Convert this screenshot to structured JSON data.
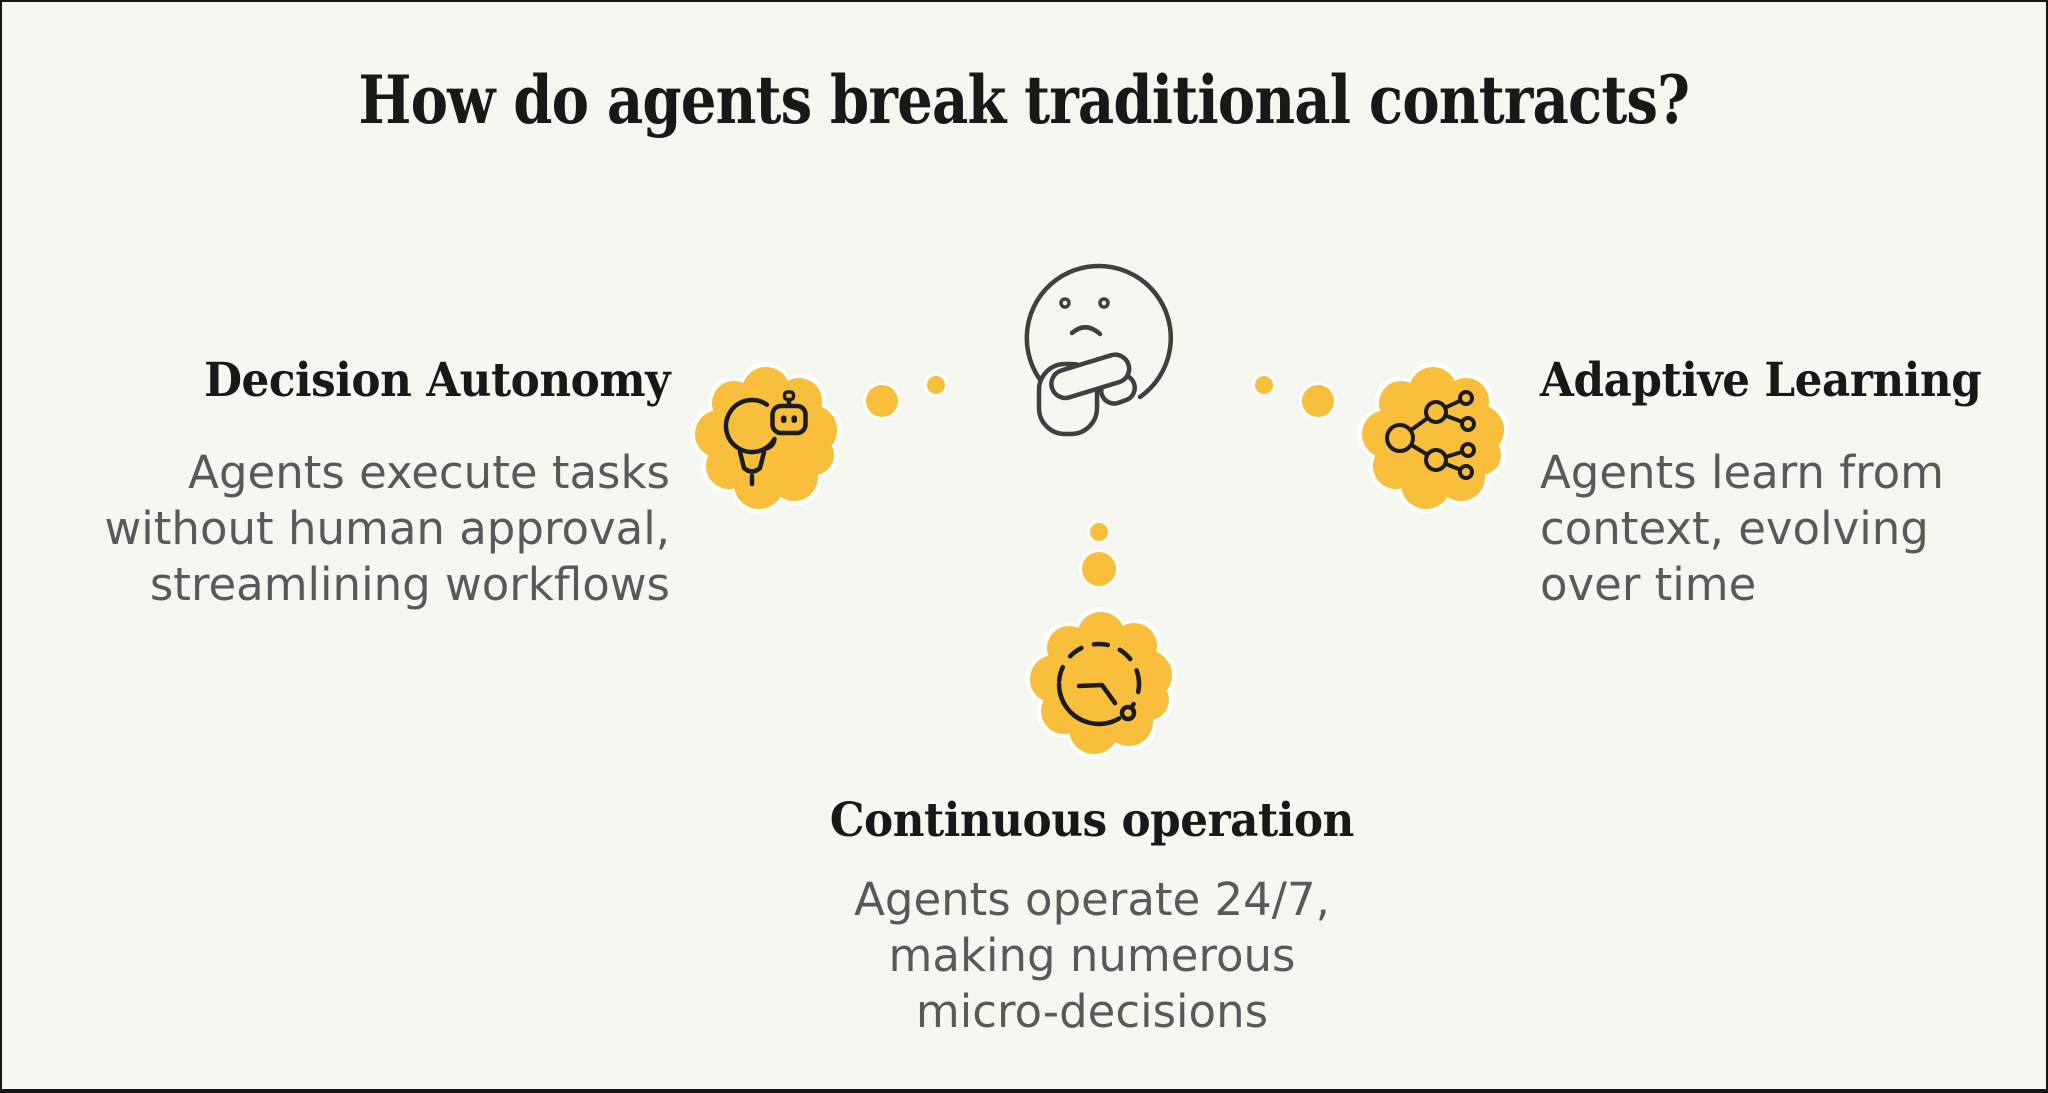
{
  "title": "How do agents break traditional contracts?",
  "colors": {
    "background": "#F7F7F2",
    "accent": "#F9BE3B",
    "heading_text": "#181818",
    "body_text": "#595959",
    "face_stroke": "#3F3F3F",
    "icon_stroke": "#1C1C1C",
    "frame_border": "#161616",
    "halo": "#FFFFFF"
  },
  "center_figure": "thinking-face",
  "sections": {
    "left": {
      "heading": "Decision Autonomy",
      "lines": [
        "Agents execute tasks",
        "without human approval,",
        "streamlining workflows"
      ],
      "icon": "lightbulb-robot-icon"
    },
    "right": {
      "heading": "Adaptive Learning",
      "lines": [
        "Agents learn from",
        "context, evolving",
        "over time"
      ],
      "icon": "network-branch-icon"
    },
    "bottom": {
      "heading": "Continuous operation",
      "lines": [
        "Agents operate 24/7,",
        "making numerous",
        "micro-decisions"
      ],
      "icon": "clock-icon"
    }
  }
}
